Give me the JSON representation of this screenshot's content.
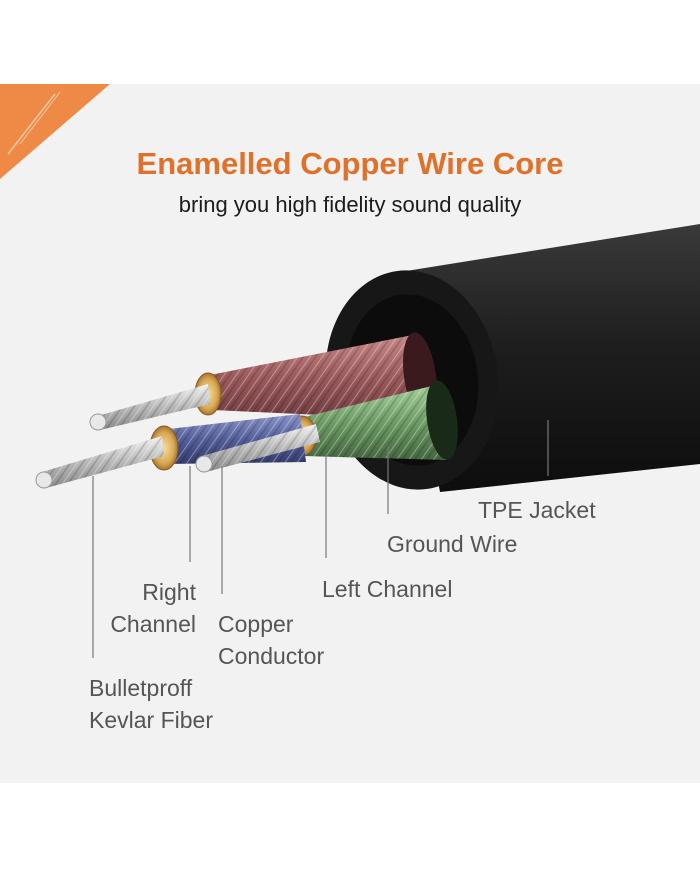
{
  "title": "Enamelled Copper Wire Core",
  "subtitle": "bring you high fidelity sound quality",
  "colors": {
    "accent": "#e0712a",
    "jacket": "#1a1a1a",
    "background": "#f2f2f2"
  },
  "labels": {
    "tpe_jacket": "TPE Jacket",
    "ground_wire": "Ground Wire",
    "left_channel": "Left Channel",
    "right_channel": [
      "Right",
      "Channel"
    ],
    "copper_conductor": [
      "Copper",
      "Conductor"
    ],
    "kevlar_fiber": [
      "Bulletproff",
      "Kevlar Fiber"
    ]
  }
}
